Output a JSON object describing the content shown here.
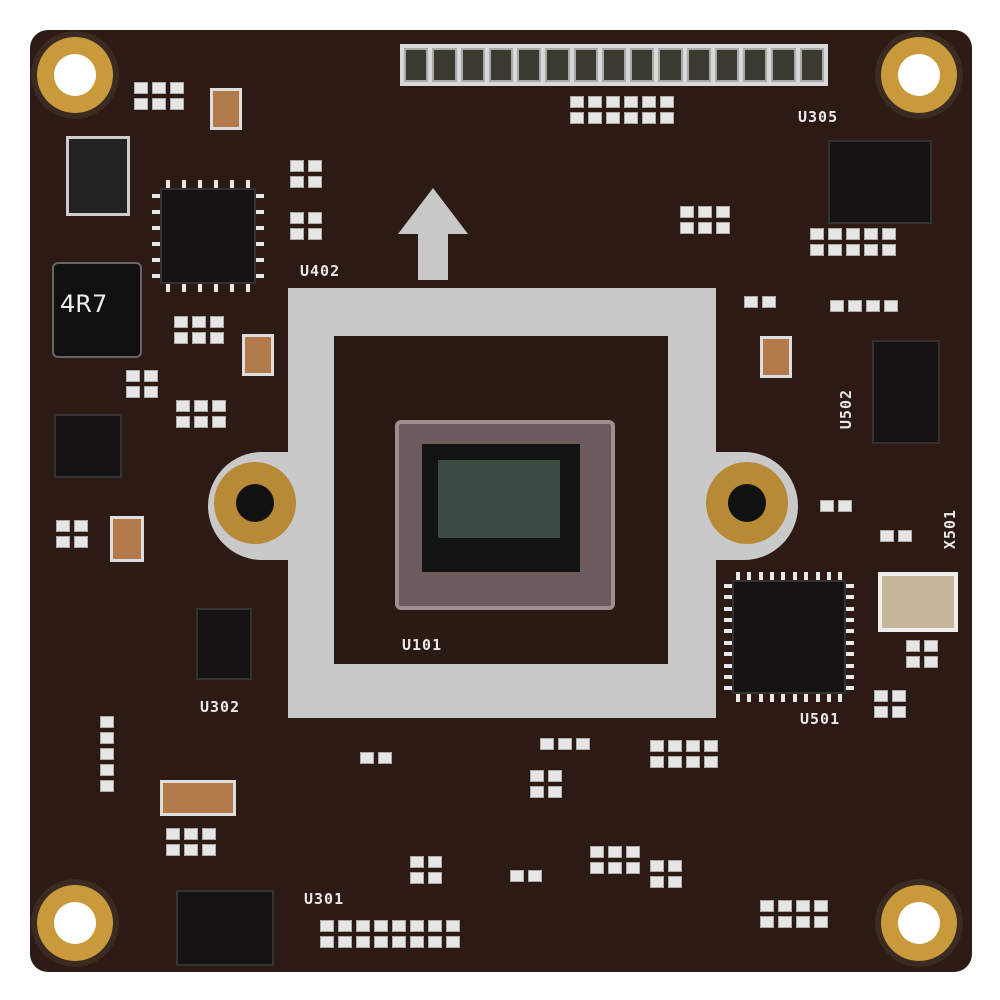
{
  "board": {
    "inductor_label": "4R7",
    "silkscreen": {
      "u402": "U402",
      "u305": "U305",
      "u502": "U502",
      "x501": "X501",
      "u101": "U101",
      "u302": "U302",
      "u501": "U501",
      "u301": "U301"
    },
    "colors": {
      "pcb": "#2e1a14",
      "gold": "#c89a3c",
      "silk": "#e8e8e8",
      "mount": "#c9c9c9"
    }
  }
}
